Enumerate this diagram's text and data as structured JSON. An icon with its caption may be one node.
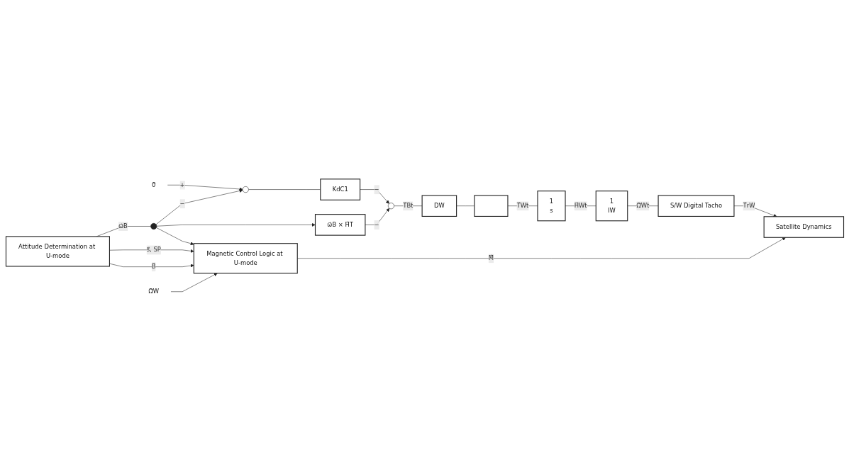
{
  "diagram": {
    "nodes": [
      {
        "text": [
          "Attitude Determination at U-mode"
        ]
      },
      {
        "text": [
          "0⃗"
        ]
      },
      {
        "text": [],
        "shape": "circle"
      },
      {
        "text": [
          "KdC1"
        ]
      },
      {
        "text": [],
        "shape": "circle"
      },
      {
        "text": [
          "DW"
        ]
      },
      {
        "text": [],
        "shape": "box"
      },
      {
        "text": [
          "1",
          "s"
        ]
      },
      {
        "text": [
          "1",
          "IW"
        ]
      },
      {
        "text": [
          "S/W Digital Tacho"
        ]
      },
      {
        "text": [
          "Satellite Dynamics"
        ]
      },
      {
        "text": [],
        "shape": "dot"
      },
      {
        "text": [
          "ω⃗B × H⃗T"
        ]
      },
      {
        "text": [
          "Magnetic Control Logic at U-mode"
        ]
      },
      {
        "text": [
          "Ω⃗W"
        ]
      }
    ],
    "edges": [
      {
        "from": 1,
        "to": 2,
        "arrow": "to",
        "label": "+"
      },
      {
        "from": 2,
        "to": 3,
        "arrow": "none"
      },
      {
        "from": 3,
        "to": 4,
        "arrow": "to",
        "label": "−"
      },
      {
        "from": 4,
        "to": 5,
        "arrow": "none",
        "label": "T⃗Bt"
      },
      {
        "from": 5,
        "to": 6,
        "arrow": "none"
      },
      {
        "from": 6,
        "to": 7,
        "arrow": "none",
        "label": "T⃗Wt"
      },
      {
        "from": 7,
        "to": 8,
        "arrow": "none",
        "label": "H⃗Wt"
      },
      {
        "from": 8,
        "to": 9,
        "arrow": "none",
        "label": "Ω⃗Wt"
      },
      {
        "from": 9,
        "to": 10,
        "arrow": "to",
        "label": "T⃗rW"
      },
      {
        "from": 0,
        "to": 11,
        "arrow": "none",
        "label": "ω⃗B"
      },
      {
        "from": 11,
        "to": 2,
        "arrow": "to",
        "label": "−"
      },
      {
        "from": 11,
        "to": 12,
        "arrow": "to"
      },
      {
        "from": 12,
        "to": 4,
        "arrow": "to",
        "label": "−"
      },
      {
        "from": 11,
        "to": 13,
        "arrow": "to"
      },
      {
        "from": 0,
        "to": 13,
        "arrow": "to",
        "label": "s⃗, SP"
      },
      {
        "from": 0,
        "to": 13,
        "arrow": "to",
        "label": "B⃗"
      },
      {
        "from": 14,
        "to": 13,
        "arrow": "to"
      },
      {
        "from": 13,
        "to": 10,
        "arrow": "to",
        "label": "M⃗"
      }
    ]
  }
}
